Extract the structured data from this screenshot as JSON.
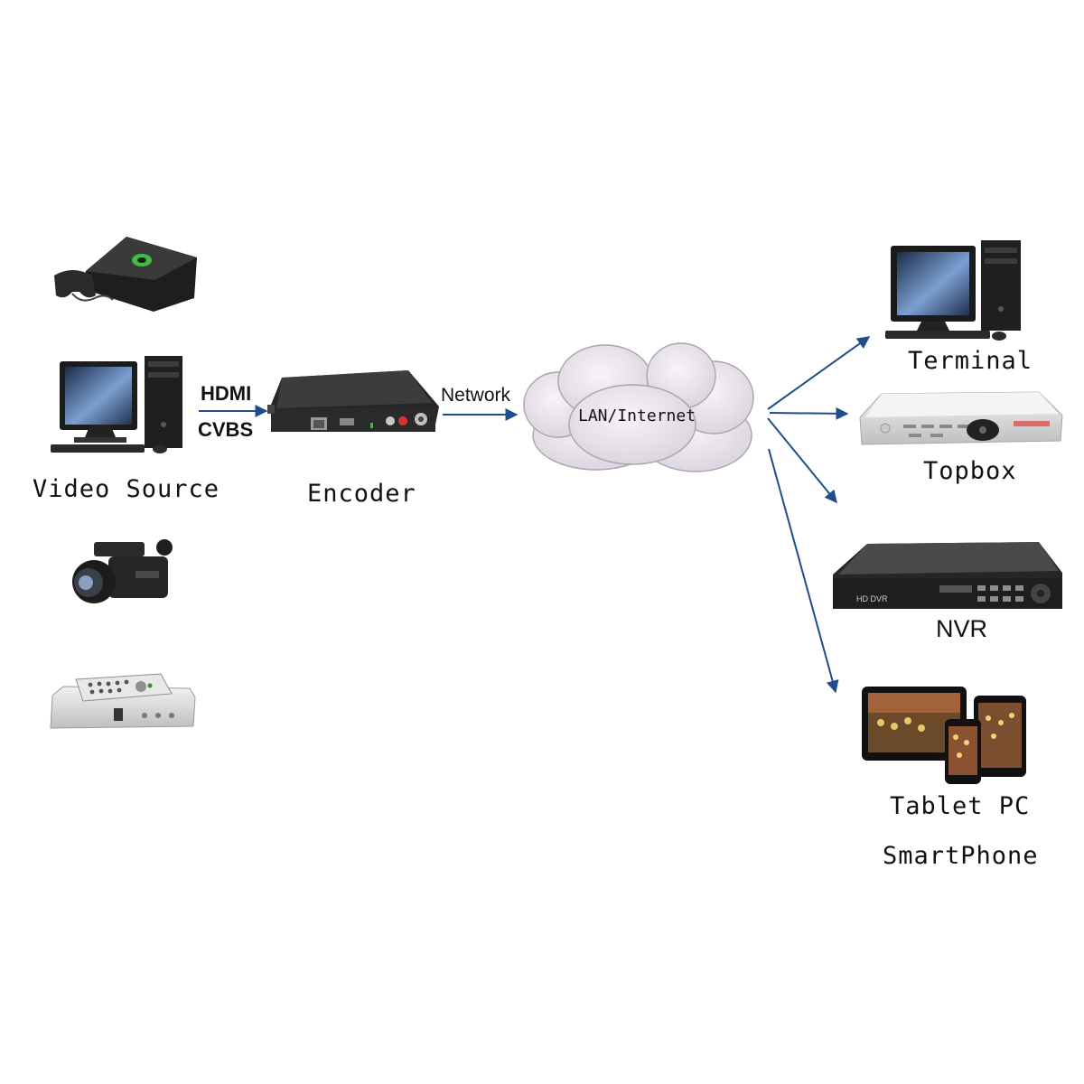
{
  "labels": {
    "video_source": "Video Source",
    "hdmi": "HDMI",
    "cvbs": "CVBS",
    "encoder": "Encoder",
    "network": "Network",
    "lan_internet": "LAN/Internet",
    "terminal": "Terminal",
    "topbox": "Topbox",
    "nvr": "NVR",
    "tablet_pc": "Tablet PC",
    "smartphone": "SmartPhone"
  },
  "device_marks": {
    "nvr_brand": "HD DVR"
  },
  "colors": {
    "arrow": "#1f4e8c",
    "device_dark": "#2a2a2a",
    "cloud_fill": "#ece6ee",
    "cloud_stroke": "#a9a3ad",
    "screen_blue": "#6f93c6"
  }
}
